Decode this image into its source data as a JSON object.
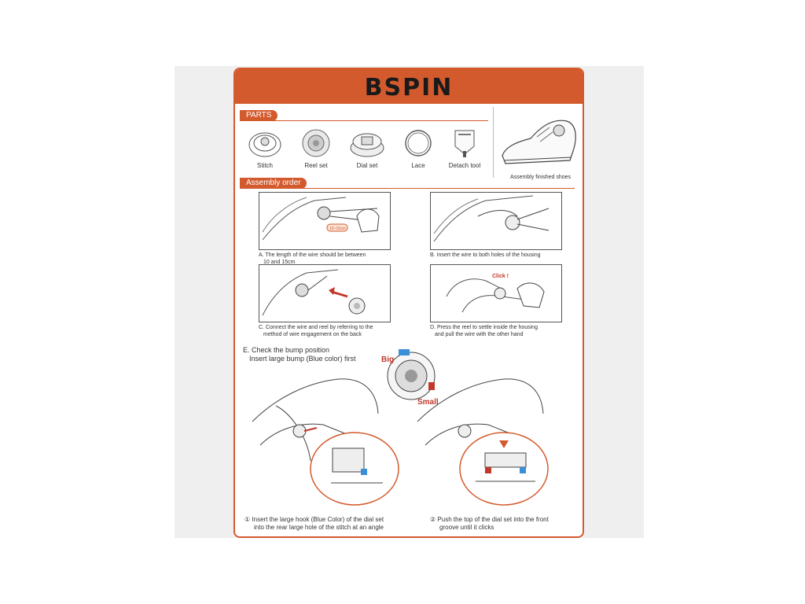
{
  "brand": "BSPIN",
  "parts": {
    "title": "PARTS",
    "items": [
      {
        "label": "Stitch",
        "icon": "stitch-icon"
      },
      {
        "label": "Reel set",
        "icon": "reel-icon"
      },
      {
        "label": "Dial set",
        "icon": "dial-icon"
      },
      {
        "label": "Lace",
        "icon": "lace-icon"
      },
      {
        "label": "Detach tool",
        "icon": "tool-icon"
      }
    ],
    "finished_caption": "Assembly finished shoes"
  },
  "assembly": {
    "title": "Assembly order",
    "steps": [
      {
        "caption_line1": "A. The length of the wire should be between",
        "caption_line2": "10 and 15cm",
        "note": "10~15cm"
      },
      {
        "caption_line1": "B. Insert the wire to both holes of the housing",
        "caption_line2": ""
      },
      {
        "caption_line1": "C. Connect the wire and reel by referring to the",
        "caption_line2": "method of wire engagement on the back"
      },
      {
        "caption_line1": "D. Press the reel to settle inside the housing",
        "caption_line2": "and pull the wire with the other hand",
        "note": "Click !"
      }
    ]
  },
  "stepE": {
    "title": "E. Check the bump position",
    "subtitle": "Insert large bump (Blue color) first",
    "big_label": "Big",
    "small_label": "Small",
    "captions": [
      {
        "num": "①",
        "line1": "Insert the large hook (Blue Color) of the dial set",
        "line2": "into the rear large hole of the stitch at an angle"
      },
      {
        "num": "②",
        "line1": "Push the top of the dial set into the front",
        "line2": "groove until it clicks"
      }
    ]
  },
  "colors": {
    "accent": "#d35a2d",
    "blue": "#3b8fd8",
    "red": "#c0392b"
  }
}
